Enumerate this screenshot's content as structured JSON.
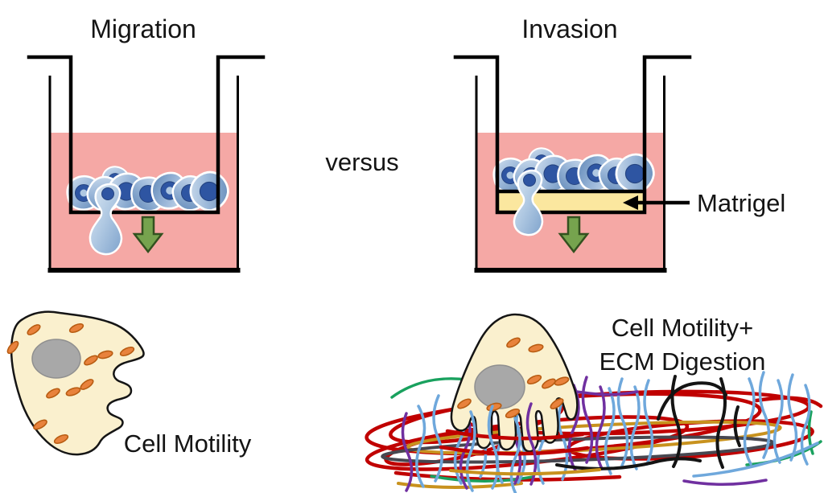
{
  "diagram": {
    "left": {
      "title": "Migration",
      "caption": "Cell Motility"
    },
    "center_label": "versus",
    "right": {
      "title": "Invasion",
      "caption_line1": "Cell Motility+",
      "caption_line2": "ECM Digestion",
      "matrigel_label": "Matrigel"
    }
  },
  "icons": {
    "down_arrow": "green block arrow pointing down (chemotaxis direction)",
    "matrigel_pointer": "black arrow pointing left at matrigel layer"
  },
  "colors": {
    "media_pink": "#F5A8A5",
    "matrigel_yellow": "#FBE79F",
    "cell_blue_light": "#D3E1EF",
    "cell_blue_dark": "#5E86B6",
    "nucleus_blue": "#2E55A2",
    "arrow_green": "#76A34E",
    "arrow_green_border": "#33511F",
    "motile_cell_cream": "#FAF0CE",
    "nucleus_gray": "#A8A8A8",
    "organelle_orange": "#E8823C",
    "fiber_red": "#C00000",
    "fiber_blue": "#6FA8DC",
    "fiber_purple": "#7030A0",
    "fiber_green": "#19A15E",
    "fiber_gold": "#C8921E",
    "fiber_black": "#141414",
    "fiber_gray": "#474750",
    "outline_black": "#000000"
  }
}
